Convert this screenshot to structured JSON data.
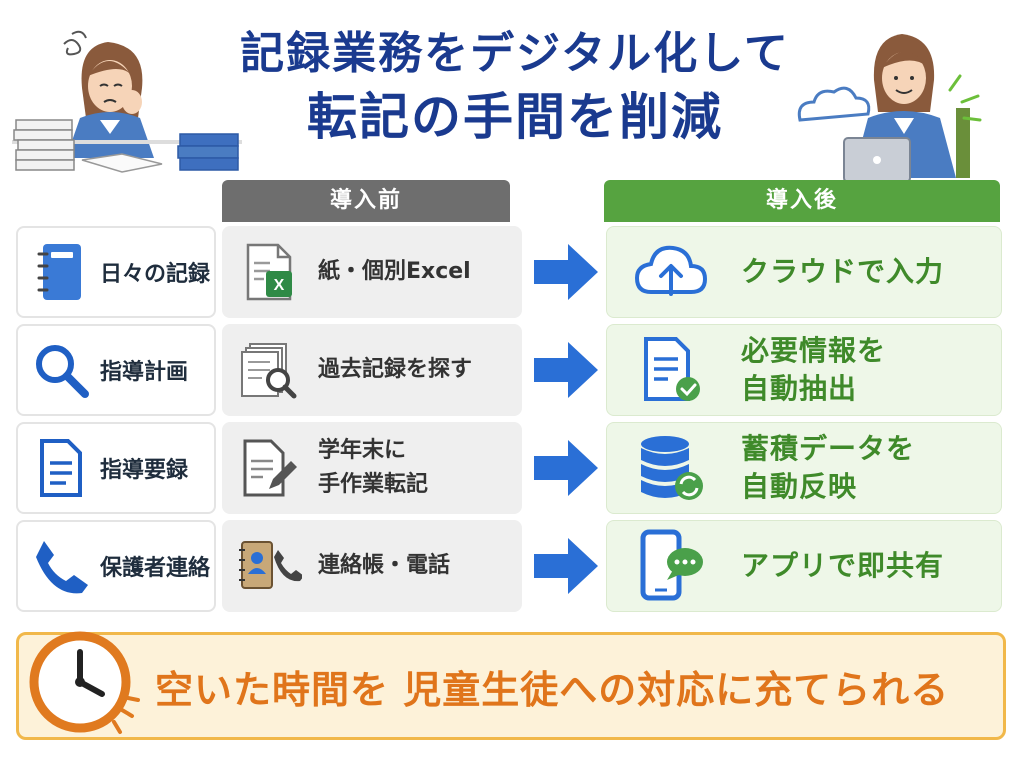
{
  "title": {
    "line1": "記録業務をデジタル化して",
    "line2": "転記の手間を削減"
  },
  "headers": {
    "before": "導入前",
    "after": "導入後"
  },
  "rows": [
    {
      "category": "日々の記録",
      "category_icon": "notebook-icon",
      "before": "紙・個別Excel",
      "before_icon": "excel-file-icon",
      "after": "クラウドで入力",
      "after_icon": "cloud-upload-icon"
    },
    {
      "category": "指導計画",
      "category_icon": "search-icon",
      "before": "過去記録を探す",
      "before_icon": "document-search-icon",
      "after": "必要情報を\n自動抽出",
      "after_icon": "document-check-icon"
    },
    {
      "category": "指導要録",
      "category_icon": "document-icon",
      "before": "学年末に\n手作業転記",
      "before_icon": "document-edit-icon",
      "after": "蓄積データを\n自動反映",
      "after_icon": "database-sync-icon"
    },
    {
      "category": "保護者連絡",
      "category_icon": "phone-icon",
      "before": "連絡帳・電話",
      "before_icon": "contact-book-phone-icon",
      "after": "アプリで即共有",
      "after_icon": "smartphone-chat-icon"
    }
  ],
  "footer": {
    "text": "空いた時間を 児童生徒への対応に充てられる",
    "icon": "clock-icon"
  },
  "colors": {
    "title": "#1a3a8f",
    "before_header": "#6e6e6e",
    "after_header": "#56a340",
    "after_text": "#3f8a2a",
    "arrow": "#2a6fd6",
    "footer_text": "#e0751b",
    "footer_border": "#f1b84a"
  }
}
